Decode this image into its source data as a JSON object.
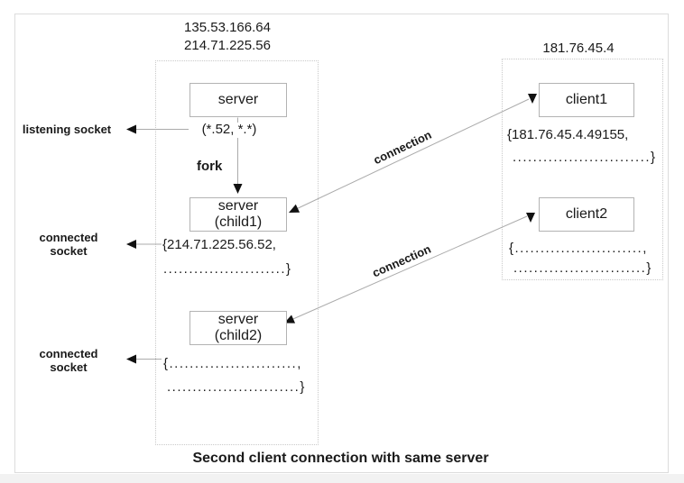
{
  "diagram": {
    "caption": "Second client connection with same server",
    "server_side": {
      "ip_line1": "135.53.166.64",
      "ip_line2": "214.71.225.56",
      "server_box_label": "server",
      "listening_tuple": "(*.52, *.*)",
      "fork_label": "fork",
      "child1_box_line1": "server",
      "child1_box_line2": "(child1)",
      "child1_tuple_line1": "{214.71.225.56.52,",
      "child1_tuple_line2": "........................}",
      "child2_box_line1": "server",
      "child2_box_line2": "(child2)",
      "child2_tuple_line1": "{.........................,",
      "child2_tuple_line2": "..........................}"
    },
    "client_side": {
      "ip": "181.76.45.4",
      "client1_box_label": "client1",
      "client1_tuple_line1": "{181.76.45.4.49155,",
      "client1_tuple_line2": "...........................}",
      "client2_box_label": "client2",
      "client2_tuple_line1": "{.........................,",
      "client2_tuple_line2": "..........................}"
    },
    "annotations": {
      "listening_socket": "listening socket",
      "connected_line1": "connected",
      "connected_line2": "socket",
      "connection_label_1": "connection",
      "connection_label_2": "connection"
    },
    "colors": {
      "line": "#ababab",
      "arrow": "#111111",
      "box_border": "#b3b3b3",
      "dotted_border": "#c9c9c9",
      "text": "#1a1a1a"
    }
  }
}
